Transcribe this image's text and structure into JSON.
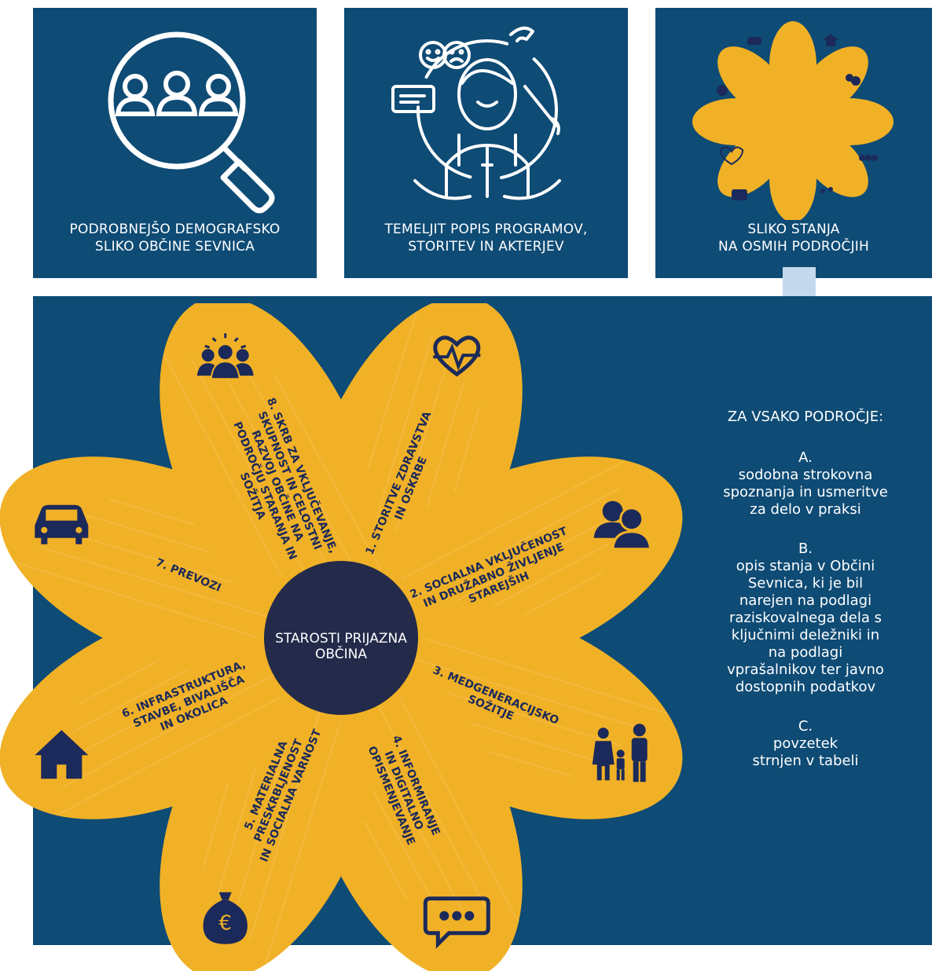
{
  "colors": {
    "navy": "#0e4b75",
    "petal_yellow": "#f1b126",
    "center_dark": "#232a4a",
    "icon_dark": "#1b2a5a",
    "arrow_light": "#c4d9ee"
  },
  "top_boxes": [
    {
      "line1": "PODROBNEJŠO DEMOGRAFSKO",
      "line2": "SLIKO OBČINE SEVNICA",
      "icon": "people-magnifier-icon"
    },
    {
      "line1": "TEMELJIT POPIS PROGRAMOV,",
      "line2": "STORITEV IN AKTERJEV",
      "icon": "service-person-icon"
    },
    {
      "line1": "SLIKO STANJA",
      "line2": "NA OSMIH PODROČJIH",
      "icon": "eight-area-flower-icon"
    }
  ],
  "flower": {
    "center_line1": "STAROSTI PRIJAZNA",
    "center_line2": "OBČINA",
    "petals": [
      {
        "lines": [
          "1. STORITVE ZDRAVSTVA",
          "IN OSKRBE"
        ],
        "icon": "heart-pulse-icon"
      },
      {
        "lines": [
          "2. SOCIALNA VKLJUČENOST",
          "IN DRUŽABNO ŽIVLJENJE",
          "STAREJŠIH"
        ],
        "icon": "people-pair-icon"
      },
      {
        "lines": [
          "3. MEDGENERACIJSKO",
          "SOŽITJE"
        ],
        "icon": "family-icon"
      },
      {
        "lines": [
          "4. INFORMIRANJE",
          "IN DIGITALNO",
          "OPISMENJEVANJE"
        ],
        "icon": "chat-bubble-icon"
      },
      {
        "lines": [
          "5. MATERIALNA",
          "PRESKRBLJENOST",
          "IN SOCIALNA VARNOST"
        ],
        "icon": "money-bag-icon"
      },
      {
        "lines": [
          "6. INFRASTRUKTURA,",
          "STAVBE, BIVALIŠČA",
          "IN OKOLICA"
        ],
        "icon": "house-icon"
      },
      {
        "lines": [
          "7. PREVOZI"
        ],
        "icon": "car-icon"
      },
      {
        "lines": [
          "8. SKRB ZA VKLJUČEVANJE,",
          "SKUPNOST IN CELOSTNI",
          "RAZVOJ OBČINE NA",
          "PODROČJU STARANJA IN",
          "SOŽITJA"
        ],
        "icon": "community-icon"
      }
    ]
  },
  "side": {
    "heading": "ZA VSAKO PODROČJE:",
    "items": [
      {
        "letter": "A.",
        "lines": [
          "sodobna strokovna",
          "spoznanja in usmeritve",
          "za delo v praksi"
        ]
      },
      {
        "letter": "B.",
        "lines": [
          "opis stanja v Občini",
          "Sevnica, ki je bil",
          "narejen na podlagi",
          "raziskovalnega dela s",
          "ključnimi deležniki in",
          "na podlagi",
          "vprašalnikov ter javno",
          "dostopnih podatkov"
        ]
      },
      {
        "letter": "C.",
        "lines": [
          "povzetek",
          "strnjen v tabeli"
        ]
      }
    ]
  }
}
